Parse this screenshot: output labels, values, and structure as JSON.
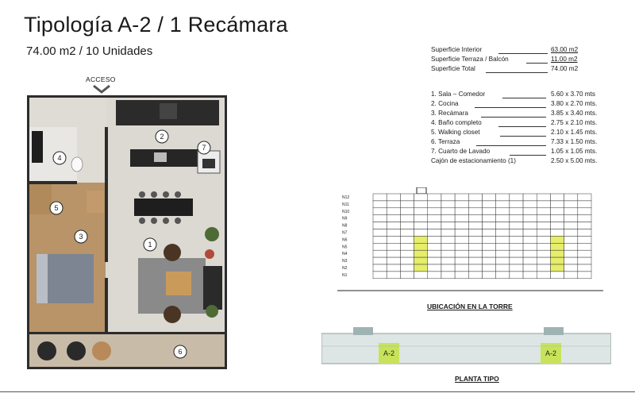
{
  "header": {
    "title": "Tipología A-2 / 1 Recámara",
    "subtitle": "74.00 m2 / 10 Unidades"
  },
  "plan": {
    "access_label": "ACCESO",
    "room_markers": [
      "1",
      "2",
      "3",
      "4",
      "5",
      "6",
      "7"
    ]
  },
  "surfaces": [
    {
      "label": "Superficie Interior",
      "value": "63.00 m2"
    },
    {
      "label": "Superficie Terraza / Balcón",
      "value": "11.00 m2"
    },
    {
      "label": "Superficie Total",
      "value": "74.00 m2"
    }
  ],
  "rooms": [
    {
      "label": "1.   Sala – Comedor",
      "dims": "5.60 x 3.70 mts"
    },
    {
      "label": "2.   Cocina",
      "dims": "3.80 x 2.70 mts."
    },
    {
      "label": "3.   Recámara",
      "dims": "3.85 x 3.40 mts."
    },
    {
      "label": "4.   Baño completo",
      "dims": "2.75 x 2.10 mts."
    },
    {
      "label": "5.   Walking closet",
      "dims": "2.10 x 1.45 mts."
    },
    {
      "label": "6.   Terraza",
      "dims": "7.33 x 1.50 mts."
    },
    {
      "label": "7.   Cuarto de Lavado",
      "dims": "1.05 x 1.05 mts."
    },
    {
      "label": "Cajón de estacionamiento (1)",
      "dims": "2.50 x 5.00 mts."
    }
  ],
  "tower": {
    "caption": "UBICACIÓN EN LA TORRE",
    "levels": [
      "N12",
      "N11",
      "N10",
      "N9",
      "N8",
      "N7",
      "N6",
      "N5",
      "N4",
      "N3",
      "N2",
      "N1"
    ],
    "highlight_color": "#e6ee6a"
  },
  "floorplate": {
    "caption": "PLANTA TIPO",
    "unit_labels": [
      "A-2",
      "A-2"
    ],
    "highlight_color": "#c8e35a"
  }
}
